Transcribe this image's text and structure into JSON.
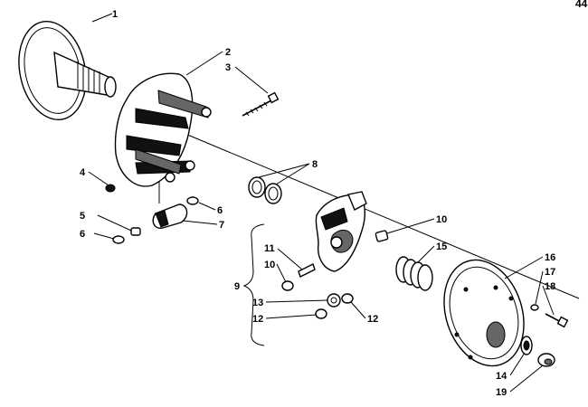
{
  "page_number": "44",
  "callouts": {
    "c1": "1",
    "c2": "2",
    "c3": "3",
    "c4": "4",
    "c5": "5",
    "c6a": "6",
    "c6b": "6",
    "c7": "7",
    "c8": "8",
    "c9": "9",
    "c10a": "10",
    "c10b": "10",
    "c11": "11",
    "c12a": "12",
    "c12b": "12",
    "c13": "13",
    "c14": "14",
    "c15": "15",
    "c16": "16",
    "c17": "17",
    "c18": "18",
    "c19": "19"
  }
}
